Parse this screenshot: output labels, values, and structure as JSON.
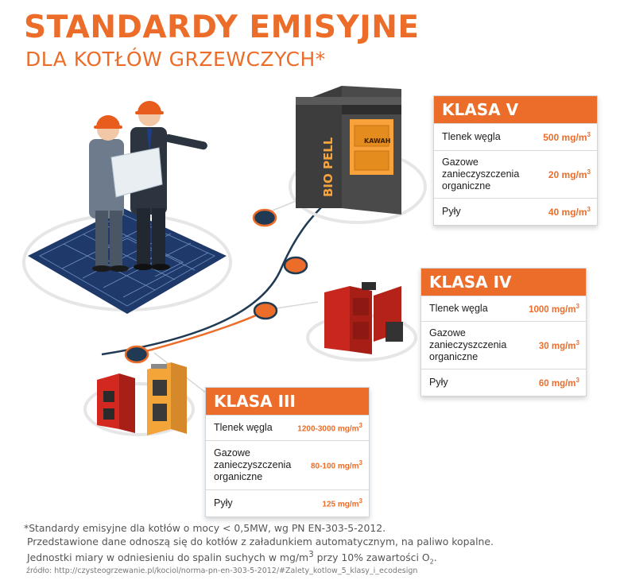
{
  "header": {
    "title": "STANDARDY EMISYJNE",
    "subtitle": "DLA KOTŁÓW GRZEWCZYCH*"
  },
  "colors": {
    "accent": "#ec6d29",
    "dark": "#1f3a52",
    "line": "#d7d7d7"
  },
  "boiler_brand": {
    "bio_pell": "BIO PELL",
    "kawah": "KAWAH"
  },
  "cards": {
    "klasa_v": {
      "title": "KLASA V",
      "rows": [
        {
          "label": "Tlenek węgla",
          "value": "500 mg/m",
          "unit_exp": "3"
        },
        {
          "label": "Gazowe zanieczyszczenia organiczne",
          "value": "20 mg/m",
          "unit_exp": "3"
        },
        {
          "label": "Pyły",
          "value": "40 mg/m",
          "unit_exp": "3"
        }
      ]
    },
    "klasa_iv": {
      "title": "KLASA IV",
      "rows": [
        {
          "label": "Tlenek węgla",
          "value": "1000 mg/m",
          "unit_exp": "3"
        },
        {
          "label": "Gazowe zanieczyszczenia organiczne",
          "value": "30 mg/m",
          "unit_exp": "3"
        },
        {
          "label": "Pyły",
          "value": "60 mg/m",
          "unit_exp": "3"
        }
      ]
    },
    "klasa_iii": {
      "title": "KLASA III",
      "rows": [
        {
          "label": "Tlenek węgla",
          "value": "1200-3000 mg/m",
          "unit_exp": "3"
        },
        {
          "label": "Gazowe zanieczyszczenia organiczne",
          "value": "80-100 mg/m",
          "unit_exp": "3"
        },
        {
          "label": "Pyły",
          "value": "125 mg/m",
          "unit_exp": "3"
        }
      ]
    }
  },
  "footnote": {
    "line1": "*Standardy emisyjne dla kotłów o mocy < 0,5MW, wg PN EN-303-5-2012.",
    "line2": "Przedstawione dane odnoszą się do kotłów z załadunkiem automatycznym, na paliwo kopalne.",
    "line3_a": "Jednostki miary w odniesieniu do spalin suchych w mg/m",
    "line3_exp": "3",
    "line3_b": " przy 10% zawartości O",
    "line3_sub": "2",
    "line3_c": ".",
    "source": "źródło: http://czysteogrzewanie.pl/kociol/norma-pn-en-303-5-2012/#Zalety_kotlow_5_klasy_i_ecodesign"
  }
}
